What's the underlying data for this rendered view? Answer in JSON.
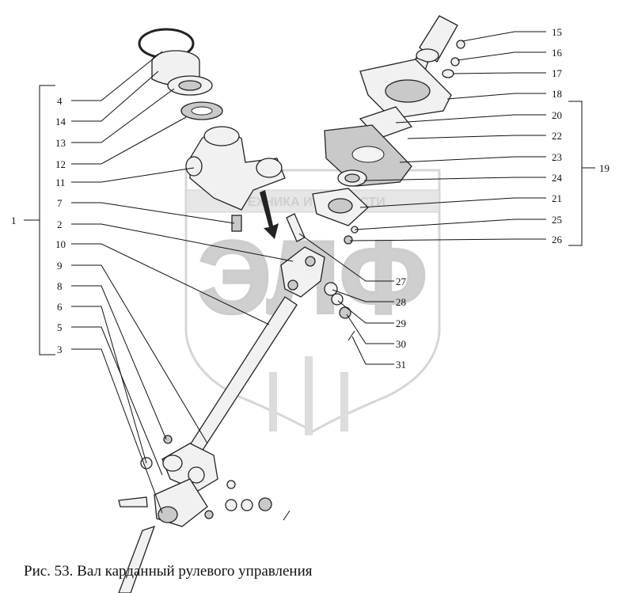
{
  "caption": "Рис. 53. Вал карданный рулевого управления",
  "watermark": {
    "brand": "ЭЛФ",
    "subtitle": "ТЕХНИКА И ЗАПЧАСТИ"
  },
  "labels": [
    {
      "id": "1",
      "text": "1"
    },
    {
      "id": "2",
      "text": "2"
    },
    {
      "id": "3",
      "text": "3"
    },
    {
      "id": "4",
      "text": "4"
    },
    {
      "id": "5",
      "text": "5"
    },
    {
      "id": "6",
      "text": "6"
    },
    {
      "id": "7",
      "text": "7"
    },
    {
      "id": "8",
      "text": "8"
    },
    {
      "id": "9",
      "text": "9"
    },
    {
      "id": "10",
      "text": "10"
    },
    {
      "id": "11",
      "text": "11"
    },
    {
      "id": "12",
      "text": "12"
    },
    {
      "id": "13",
      "text": "13"
    },
    {
      "id": "14",
      "text": "14"
    },
    {
      "id": "15",
      "text": "15"
    },
    {
      "id": "16",
      "text": "16"
    },
    {
      "id": "17",
      "text": "17"
    },
    {
      "id": "18",
      "text": "18"
    },
    {
      "id": "19",
      "text": "19"
    },
    {
      "id": "20",
      "text": "20"
    },
    {
      "id": "21",
      "text": "21"
    },
    {
      "id": "22",
      "text": "22"
    },
    {
      "id": "23",
      "text": "23"
    },
    {
      "id": "24",
      "text": "24"
    },
    {
      "id": "25",
      "text": "25"
    },
    {
      "id": "26",
      "text": "26"
    },
    {
      "id": "27",
      "text": "27"
    },
    {
      "id": "28",
      "text": "28"
    },
    {
      "id": "29",
      "text": "29"
    },
    {
      "id": "30",
      "text": "30"
    },
    {
      "id": "31",
      "text": "31"
    }
  ]
}
